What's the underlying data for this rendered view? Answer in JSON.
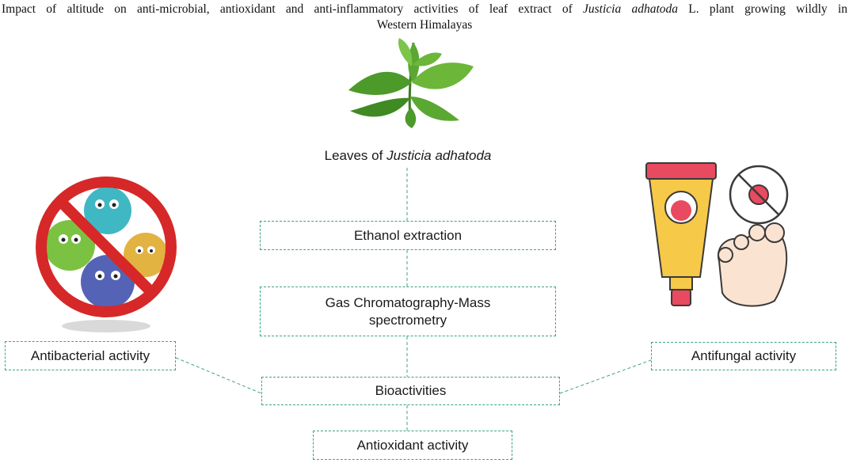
{
  "title": {
    "line1_prefix": "Impact of altitude on anti-microbial, antioxidant and anti-inflammatory activities of leaf extract of ",
    "line1_species": "Justicia adhatoda",
    "line1_suffix": " L. plant growing wildly in",
    "line2": "Western Himalayas"
  },
  "source": {
    "prefix": "Leaves of ",
    "species": "Justicia adhatoda"
  },
  "steps": {
    "extraction": "Ethanol extraction",
    "gcms": "Gas Chromatography-Mass spectrometry",
    "bioactivities": "Bioactivities",
    "antioxidant": "Antioxidant activity",
    "antibacterial": "Antibacterial activity",
    "antifungal": "Antifungal activity"
  },
  "colors": {
    "connector": "#3aa38a",
    "leaf": "#4c9a2a",
    "no_sign": "#d62828",
    "tube": "#f7c948",
    "cap": "#e84a5f"
  }
}
